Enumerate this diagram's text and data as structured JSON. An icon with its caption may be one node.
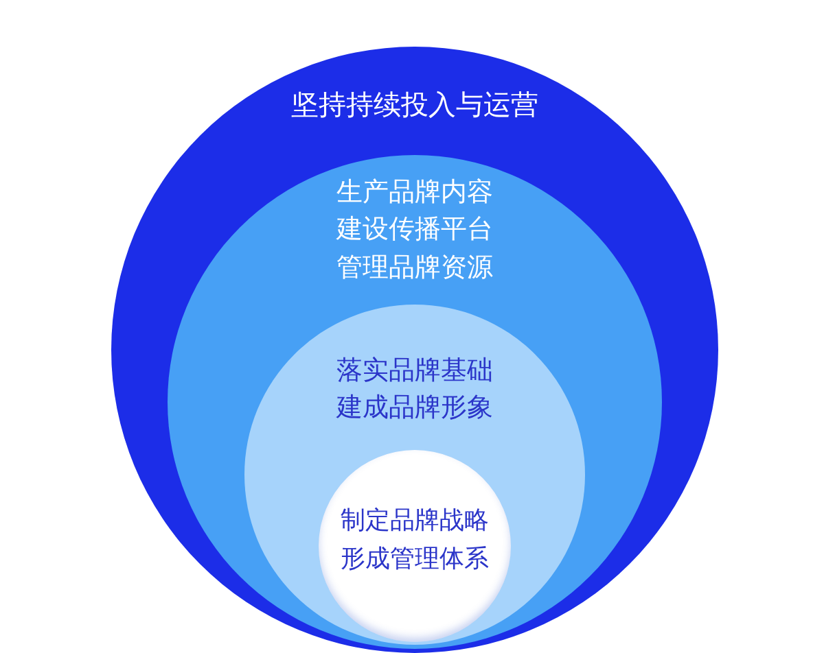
{
  "diagram": {
    "nodes": [
      {
        "text": [
          "坚持持续投入与运营"
        ]
      },
      {
        "text": [
          "生产品牌内容",
          "建设传播平台",
          "管理品牌资源"
        ],
        "in": 0
      },
      {
        "text": [
          "落实品牌基础",
          "建成品牌形象"
        ],
        "in": 1
      },
      {
        "text": [
          "制定品牌战略",
          "形成管理体系"
        ],
        "in": 2
      }
    ]
  }
}
